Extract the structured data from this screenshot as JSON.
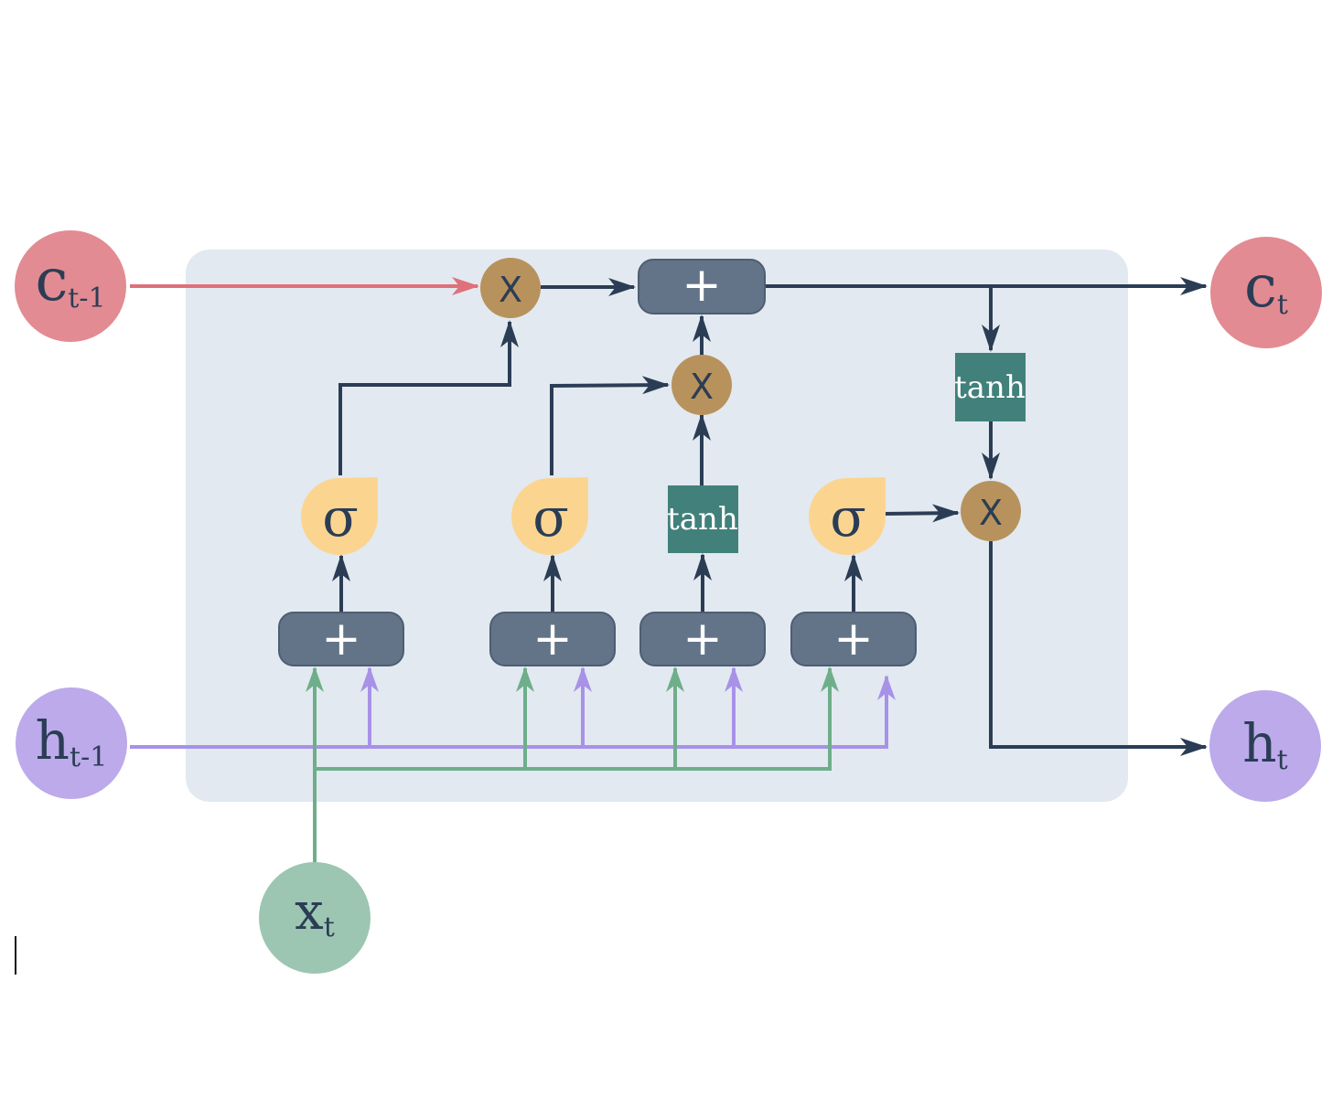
{
  "nodes": {
    "c_prev": {
      "main": "c",
      "sub": "t-1"
    },
    "c_next": {
      "main": "c",
      "sub": "t"
    },
    "h_prev": {
      "main": "h",
      "sub": "t-1"
    },
    "h_next": {
      "main": "h",
      "sub": "t"
    },
    "x_t": {
      "main": "x",
      "sub": "t"
    }
  },
  "ops": {
    "multiply": "X",
    "add": "+",
    "sigmoid": "σ",
    "tanh": "tanh"
  },
  "colors": {
    "cell_state": "#e38b92",
    "hidden_state": "#bcaaeb",
    "input": "#9cc6b2",
    "panel": "#e2e9f0",
    "dark_line": "#2b3d55",
    "add_box": "#637488",
    "multiply_node": "#b8925c",
    "sigmoid_node": "#fbd590",
    "tanh_box": "#41807b",
    "green_line": "#6eae8a",
    "purple_line": "#a792e8",
    "red_line": "#e0707a"
  }
}
